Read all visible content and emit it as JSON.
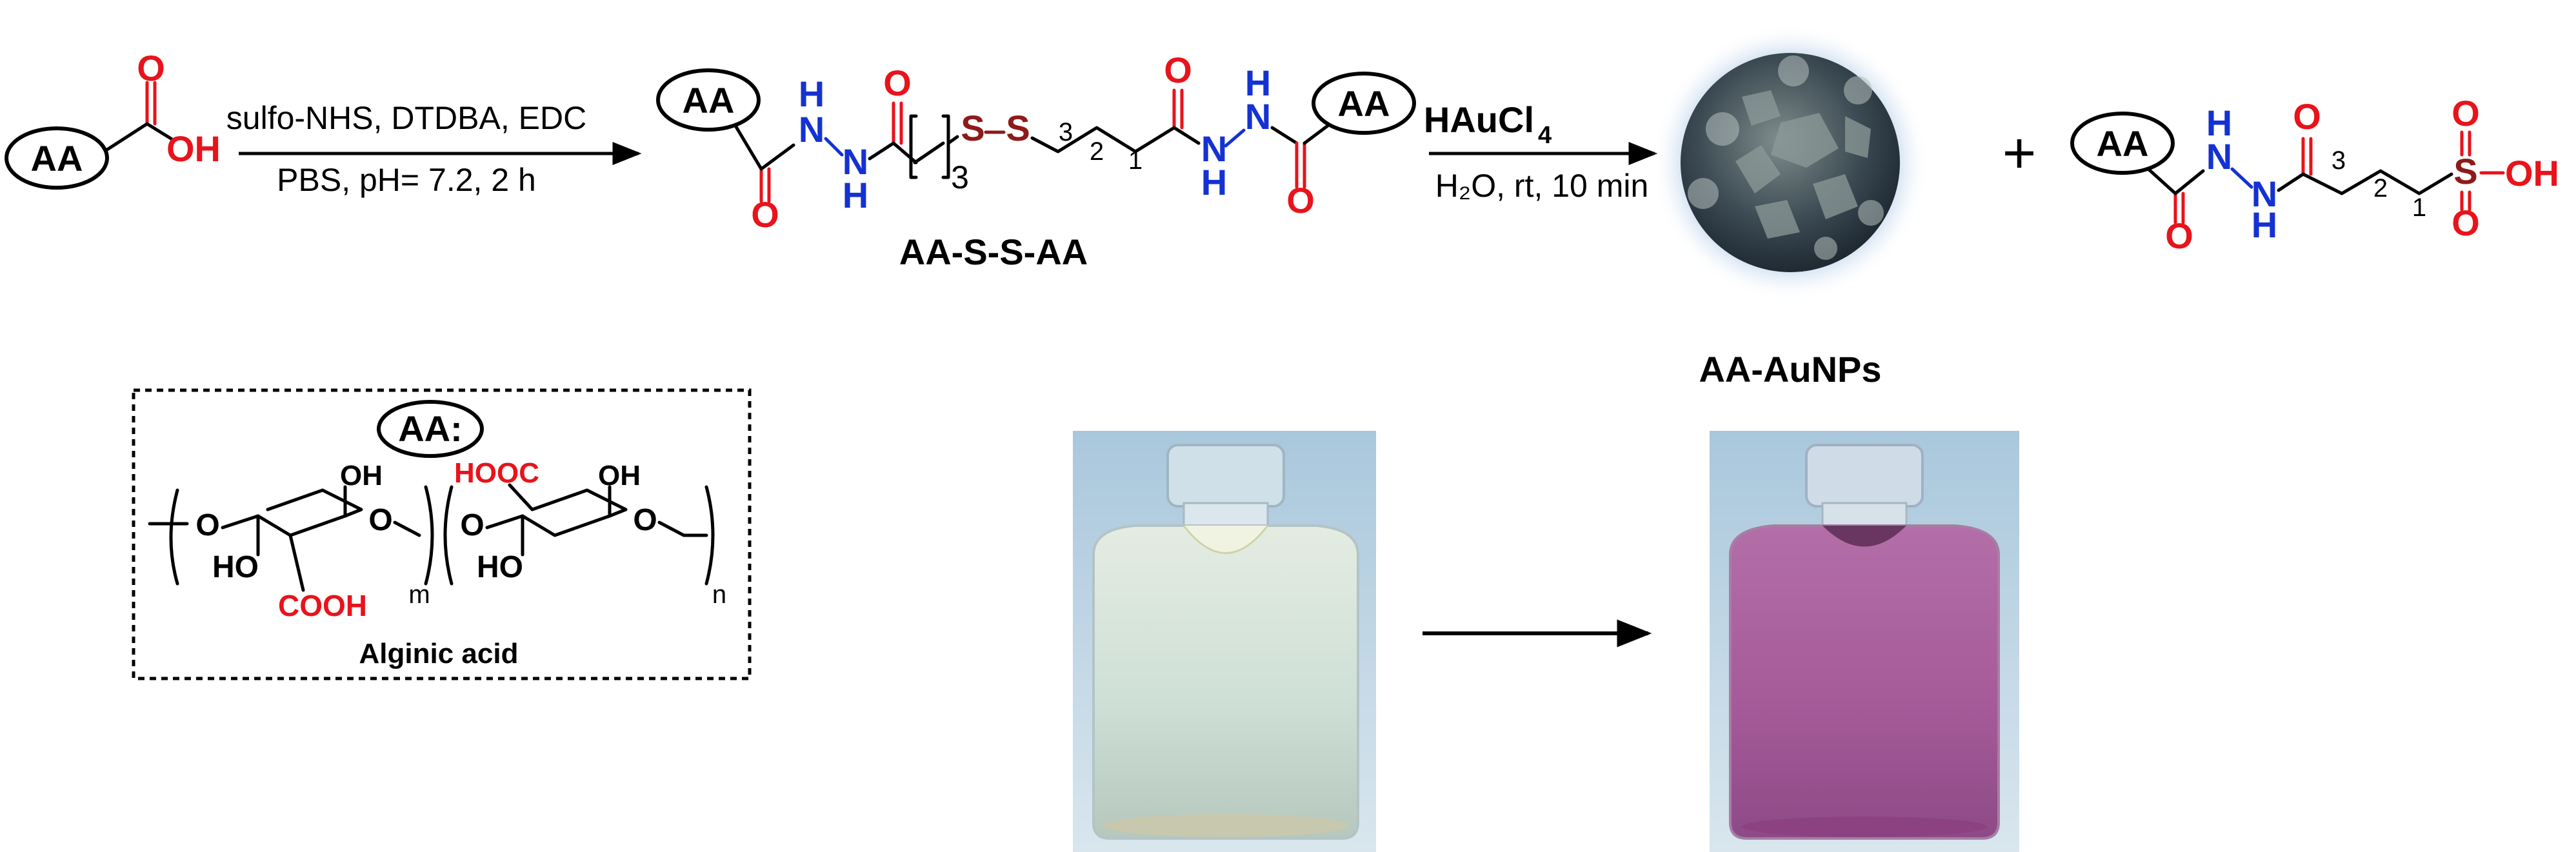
{
  "aa_label": "AA",
  "aa_colon_label": "AA:",
  "atoms": {
    "O": "O",
    "OH": "OH",
    "H": "H",
    "N": "N",
    "S": "S",
    "SO3H_OH": "OH",
    "HO": "HO",
    "HOOC": "HOOC",
    "COOH": "COOH",
    "plus": "+"
  },
  "reaction1": {
    "conditions_top": "sulfo-NHS, DTDBA, EDC",
    "conditions_bottom": "PBS, pH= 7.2, 2 h"
  },
  "intermediate": {
    "label": "AA-S-S-AA",
    "subscript_3": "3",
    "chain_numbers": [
      "3",
      "2",
      "1"
    ]
  },
  "reaction2": {
    "reagent": "HAuCl",
    "reagent_subscript": "4",
    "conditions": "H₂O, rt, 10 min"
  },
  "product": {
    "label": "AA-AuNPs"
  },
  "byproduct": {
    "chain_numbers": [
      "3",
      "2",
      "1"
    ]
  },
  "alginic_box": {
    "title": "Alginic acid",
    "subscript_m": "m",
    "subscript_n": "n",
    "oh_top": "OH",
    "oh_top2": "OH",
    "o_ring": "O",
    "o_link": "O"
  },
  "colors": {
    "oxygen": "#e8131b",
    "nitrogen": "#1432d2",
    "sulfur": "#8e1a1a",
    "purple_solution": "#a45a98",
    "clear_solution": "#d9e6dc"
  },
  "icons": [
    "reaction-arrow",
    "gold-nanoparticle",
    "vial-clear",
    "vial-purple"
  ]
}
